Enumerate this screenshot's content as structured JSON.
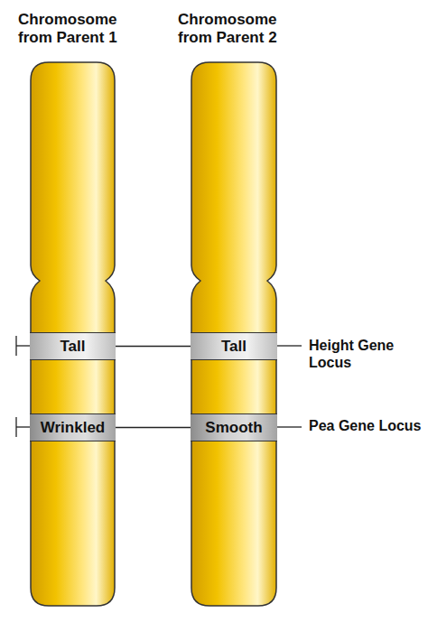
{
  "diagram": {
    "nodes": [
      {
        "text": [
          "Chromosome from Parent 1"
        ]
      },
      {
        "text": [
          "Tall"
        ],
        "in": 0
      },
      {
        "text": [
          "Wrinkled"
        ],
        "in": 0
      },
      {
        "text": [
          "Chromosome from Parent 2"
        ]
      },
      {
        "text": [
          "Tall"
        ],
        "in": 3
      },
      {
        "text": [
          "Smooth"
        ],
        "in": 3
      }
    ],
    "edges": [
      {
        "from": 1,
        "to": 4,
        "arrow": "none"
      },
      {
        "from": 2,
        "to": 5,
        "arrow": "none"
      }
    ],
    "labels": [
      "Height Gene Locus",
      "Pea Gene Locus"
    ]
  }
}
